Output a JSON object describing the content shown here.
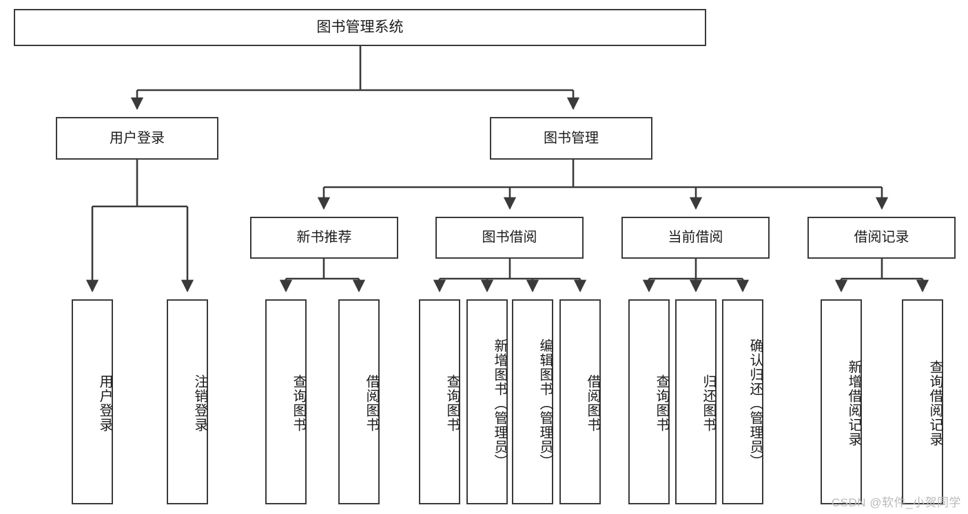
{
  "diagram": {
    "title": "图书管理系统",
    "type": "tree-hierarchy-chart",
    "watermark": "CSDN @软件_小贺同学",
    "line_color": "#3a3a3a",
    "box_fill": "#ffffff",
    "text_color": "#1b1b1b"
  },
  "nodes": {
    "root": {
      "label": "图书管理系统"
    },
    "level2": [
      {
        "label": "用户登录"
      },
      {
        "label": "图书管理"
      }
    ],
    "level3": [
      {
        "label": "新书推荐"
      },
      {
        "label": "图书借阅"
      },
      {
        "label": "当前借阅"
      },
      {
        "label": "借阅记录"
      }
    ],
    "leaves": {
      "user_login": [
        {
          "label": "用户登录"
        },
        {
          "label": "注销登录"
        }
      ],
      "new_book_recommend": [
        {
          "label": "查询图书"
        },
        {
          "label": "借阅图书"
        }
      ],
      "book_borrow": [
        {
          "label": "查询图书"
        },
        {
          "label": "新增图书（管理员）"
        },
        {
          "label": "编辑图书（管理员）"
        },
        {
          "label": "借阅图书"
        }
      ],
      "current_borrow": [
        {
          "label": "查询图书"
        },
        {
          "label": "归还图书"
        },
        {
          "label": "确认归还（管理员）"
        }
      ],
      "borrow_record": [
        {
          "label": "新增借阅记录"
        },
        {
          "label": "查询借阅记录"
        }
      ]
    }
  }
}
